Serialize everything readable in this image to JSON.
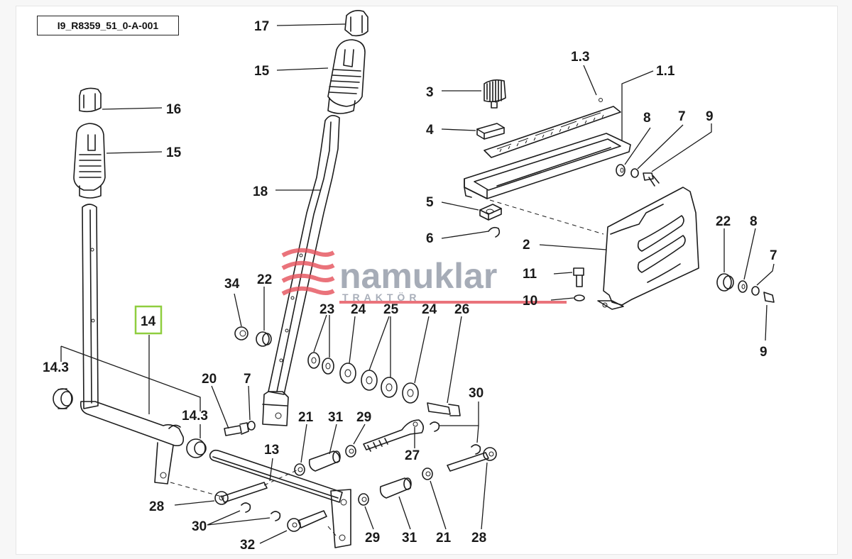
{
  "diagram_code": "I9_R8359_51_0-A-001",
  "highlighted_label": "14",
  "watermark": {
    "brand": "namuklar",
    "subtitle": "TRAKTÖR",
    "colors": {
      "stripes": "#e5505a",
      "text": "#8e95a3",
      "underline": "#e5505a"
    }
  },
  "labels": [
    "17",
    "15",
    "16",
    "15",
    "18",
    "1.3",
    "1.1",
    "3",
    "4",
    "8",
    "7",
    "9",
    "5",
    "6",
    "2",
    "22",
    "8",
    "7",
    "11",
    "10",
    "9",
    "34",
    "22",
    "23",
    "24",
    "25",
    "24",
    "26",
    "14",
    "14.3",
    "20",
    "7",
    "14.3",
    "30",
    "21",
    "31",
    "29",
    "27",
    "13",
    "28",
    "30",
    "32",
    "29",
    "31",
    "21",
    "28"
  ]
}
